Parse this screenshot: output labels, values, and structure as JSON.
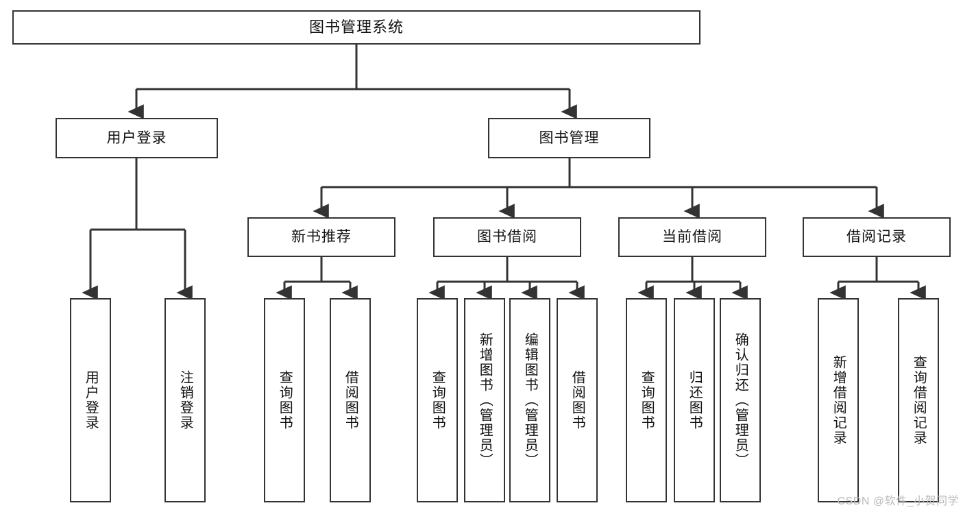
{
  "diagram": {
    "title": "图书管理系统",
    "type": "tree-hierarchy-chart",
    "root": {
      "id": "root",
      "label": "图书管理系统"
    },
    "level2": [
      {
        "id": "user-login",
        "label": "用户登录"
      },
      {
        "id": "book-management",
        "label": "图书管理"
      }
    ],
    "level3": [
      {
        "id": "new-book-recommend",
        "label": "新书推荐",
        "parent": "book-management"
      },
      {
        "id": "book-borrow",
        "label": "图书借阅",
        "parent": "book-management"
      },
      {
        "id": "current-borrow",
        "label": "当前借阅",
        "parent": "book-management"
      },
      {
        "id": "borrow-record",
        "label": "借阅记录",
        "parent": "book-management"
      }
    ],
    "leaves": [
      {
        "id": "leaf-user-login",
        "label": "用户登录",
        "parent": "user-login"
      },
      {
        "id": "leaf-user-logout",
        "label": "注销登录",
        "parent": "user-login"
      },
      {
        "id": "leaf-query-book-1",
        "label": "查询图书",
        "parent": "new-book-recommend"
      },
      {
        "id": "leaf-borrow-book-1",
        "label": "借阅图书",
        "parent": "new-book-recommend"
      },
      {
        "id": "leaf-query-book-2",
        "label": "查询图书",
        "parent": "book-borrow"
      },
      {
        "id": "leaf-add-book",
        "label": "新增图书（管理员）",
        "parent": "book-borrow"
      },
      {
        "id": "leaf-edit-book",
        "label": "编辑图书（管理员）",
        "parent": "book-borrow"
      },
      {
        "id": "leaf-borrow-book-2",
        "label": "借阅图书",
        "parent": "book-borrow"
      },
      {
        "id": "leaf-query-book-3",
        "label": "查询图书",
        "parent": "current-borrow"
      },
      {
        "id": "leaf-return-book",
        "label": "归还图书",
        "parent": "current-borrow"
      },
      {
        "id": "leaf-confirm-return",
        "label": "确认归还（管理员）",
        "parent": "current-borrow"
      },
      {
        "id": "leaf-add-record",
        "label": "新增借阅记录",
        "parent": "borrow-record"
      },
      {
        "id": "leaf-query-record",
        "label": "查询借阅记录",
        "parent": "borrow-record"
      }
    ],
    "colors": {
      "stroke": "#333333",
      "fill": "#ffffff",
      "text": "#111111",
      "watermark": "#b9b9b9"
    }
  },
  "watermark": {
    "text": "CSDN @软件_小贺同学"
  }
}
